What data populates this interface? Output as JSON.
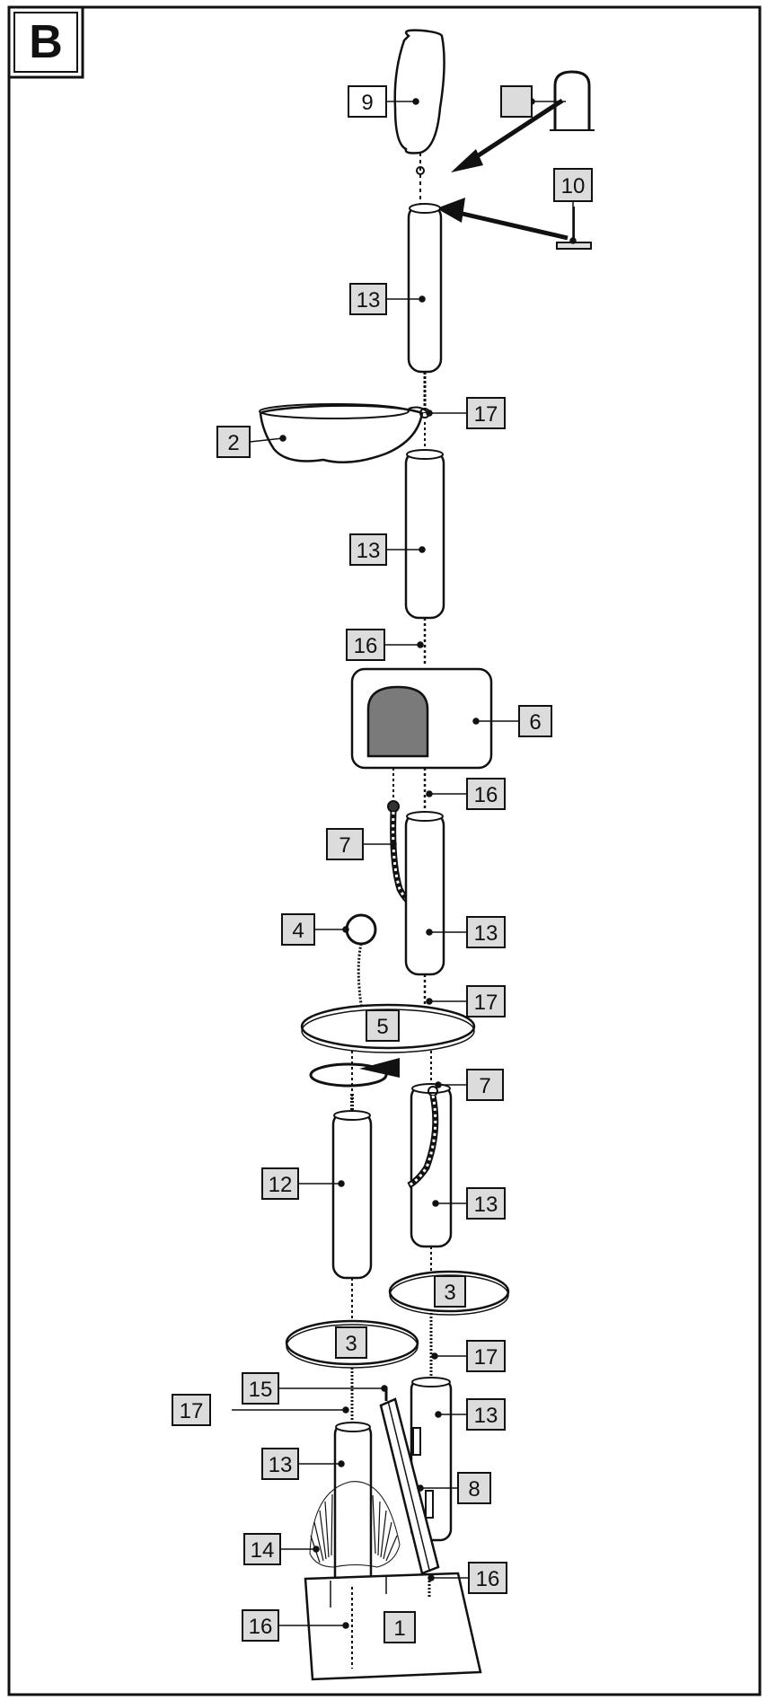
{
  "figure": {
    "panel_letter": "B"
  },
  "callouts": {
    "c9": "9",
    "c10": "10",
    "c13a": "13",
    "c17a": "17",
    "c2": "2",
    "c13b": "13",
    "c16a": "16",
    "c6": "6",
    "c16b": "16",
    "c7a": "7",
    "c4": "4",
    "c13c": "13",
    "c17b": "17",
    "c5": "5",
    "c7b": "7",
    "c12": "12",
    "c13d": "13",
    "c3a": "3",
    "c3b": "3",
    "c17c": "17",
    "c15": "15",
    "c17d": "17",
    "c13e": "13",
    "c13f": "13",
    "c8": "8",
    "c14": "14",
    "c16c": "16",
    "c16d": "16",
    "c1": "1"
  },
  "colors": {
    "ink": "#111111",
    "label_fill": "#dcdcdc",
    "door_fill": "#7a7a7a",
    "background": "#ffffff"
  }
}
